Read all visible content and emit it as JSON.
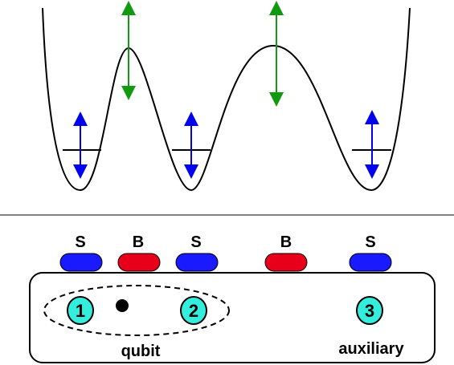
{
  "gates": [
    {
      "label": "S",
      "color": "#1a1aff"
    },
    {
      "label": "B",
      "color": "#e8001a"
    },
    {
      "label": "S",
      "color": "#1a1aff"
    },
    {
      "label": "B",
      "color": "#e8001a"
    },
    {
      "label": "S",
      "color": "#1a1aff"
    }
  ],
  "sites": [
    {
      "number": "1",
      "color": "#33eedd"
    },
    {
      "number": "2",
      "color": "#33eedd"
    },
    {
      "number": "3",
      "color": "#33eedd"
    }
  ],
  "labels": {
    "qubit": "qubit",
    "auxiliary": "auxiliary"
  },
  "colors": {
    "well_curve": "#000000",
    "level_arrow": "#0000ee",
    "barrier_arrow": "#119911"
  }
}
